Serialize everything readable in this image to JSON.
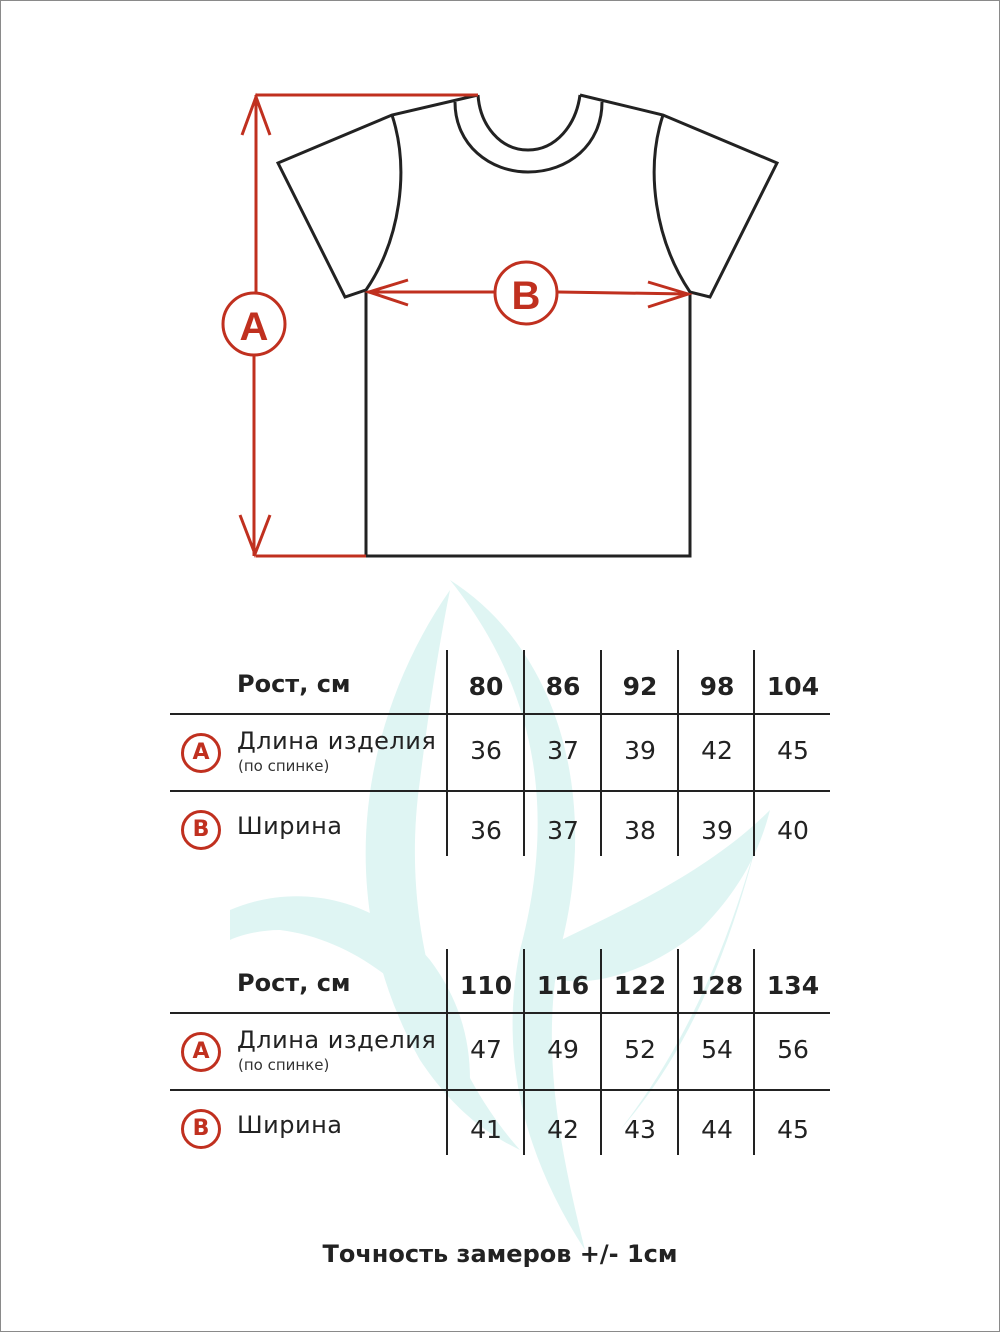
{
  "diagram": {
    "label_a": "A",
    "label_b": "B",
    "accent_color": "#c0301f"
  },
  "tables": [
    {
      "header_label": "Рост, см",
      "sizes": [
        "80",
        "86",
        "92",
        "98",
        "104"
      ],
      "rows": [
        {
          "badge": "A",
          "label": "Длина изделия",
          "sublabel": "(по спинке)",
          "values": [
            "36",
            "37",
            "39",
            "42",
            "45"
          ]
        },
        {
          "badge": "B",
          "label": "Ширина",
          "values": [
            "36",
            "37",
            "38",
            "39",
            "40"
          ]
        }
      ]
    },
    {
      "header_label": "Рост, см",
      "sizes": [
        "110",
        "116",
        "122",
        "128",
        "134"
      ],
      "rows": [
        {
          "badge": "A",
          "label": "Длина изделия",
          "sublabel": "(по спинке)",
          "values": [
            "47",
            "49",
            "52",
            "54",
            "56"
          ]
        },
        {
          "badge": "B",
          "label": "Ширина",
          "values": [
            "41",
            "42",
            "43",
            "44",
            "45"
          ]
        }
      ]
    }
  ],
  "footer_note": "Точность замеров +/- 1см"
}
